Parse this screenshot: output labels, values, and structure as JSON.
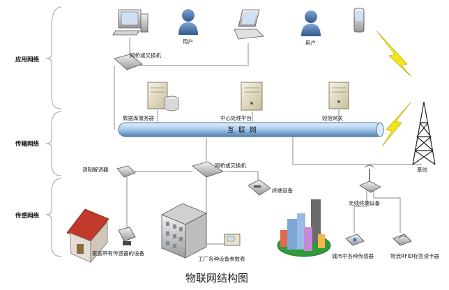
{
  "layers": {
    "application": "应用网络",
    "transport": "传输网络",
    "sensing": "传感网络"
  },
  "labels": {
    "bridge_top": "网桥或交换机",
    "user_1": "用户",
    "user_2": "用户",
    "db_server": "数据库服务器",
    "central": "中心处理平台",
    "sms_gateway": "短信网关",
    "internet": "互联网",
    "base_station": "基站",
    "modem": "调制解调器",
    "bridge_mid": "网桥或交换机",
    "terminal": "终端设备",
    "wireless_terminal": "无线终端设备",
    "home_device": "家庭带有传感器的设备",
    "factory_meter": "工厂各种设备参数表",
    "city_sensor": "城市中各种传感器",
    "rfid_reader": "物流RFID标签读卡器"
  },
  "caption": "物联网结构图",
  "colors": {
    "pipe": "#9cc3e8",
    "pipe_dark": "#5a88b8",
    "user_blue": "#4f7fb8",
    "lightning": "#f2e419",
    "brace": "#b0b0b0"
  }
}
